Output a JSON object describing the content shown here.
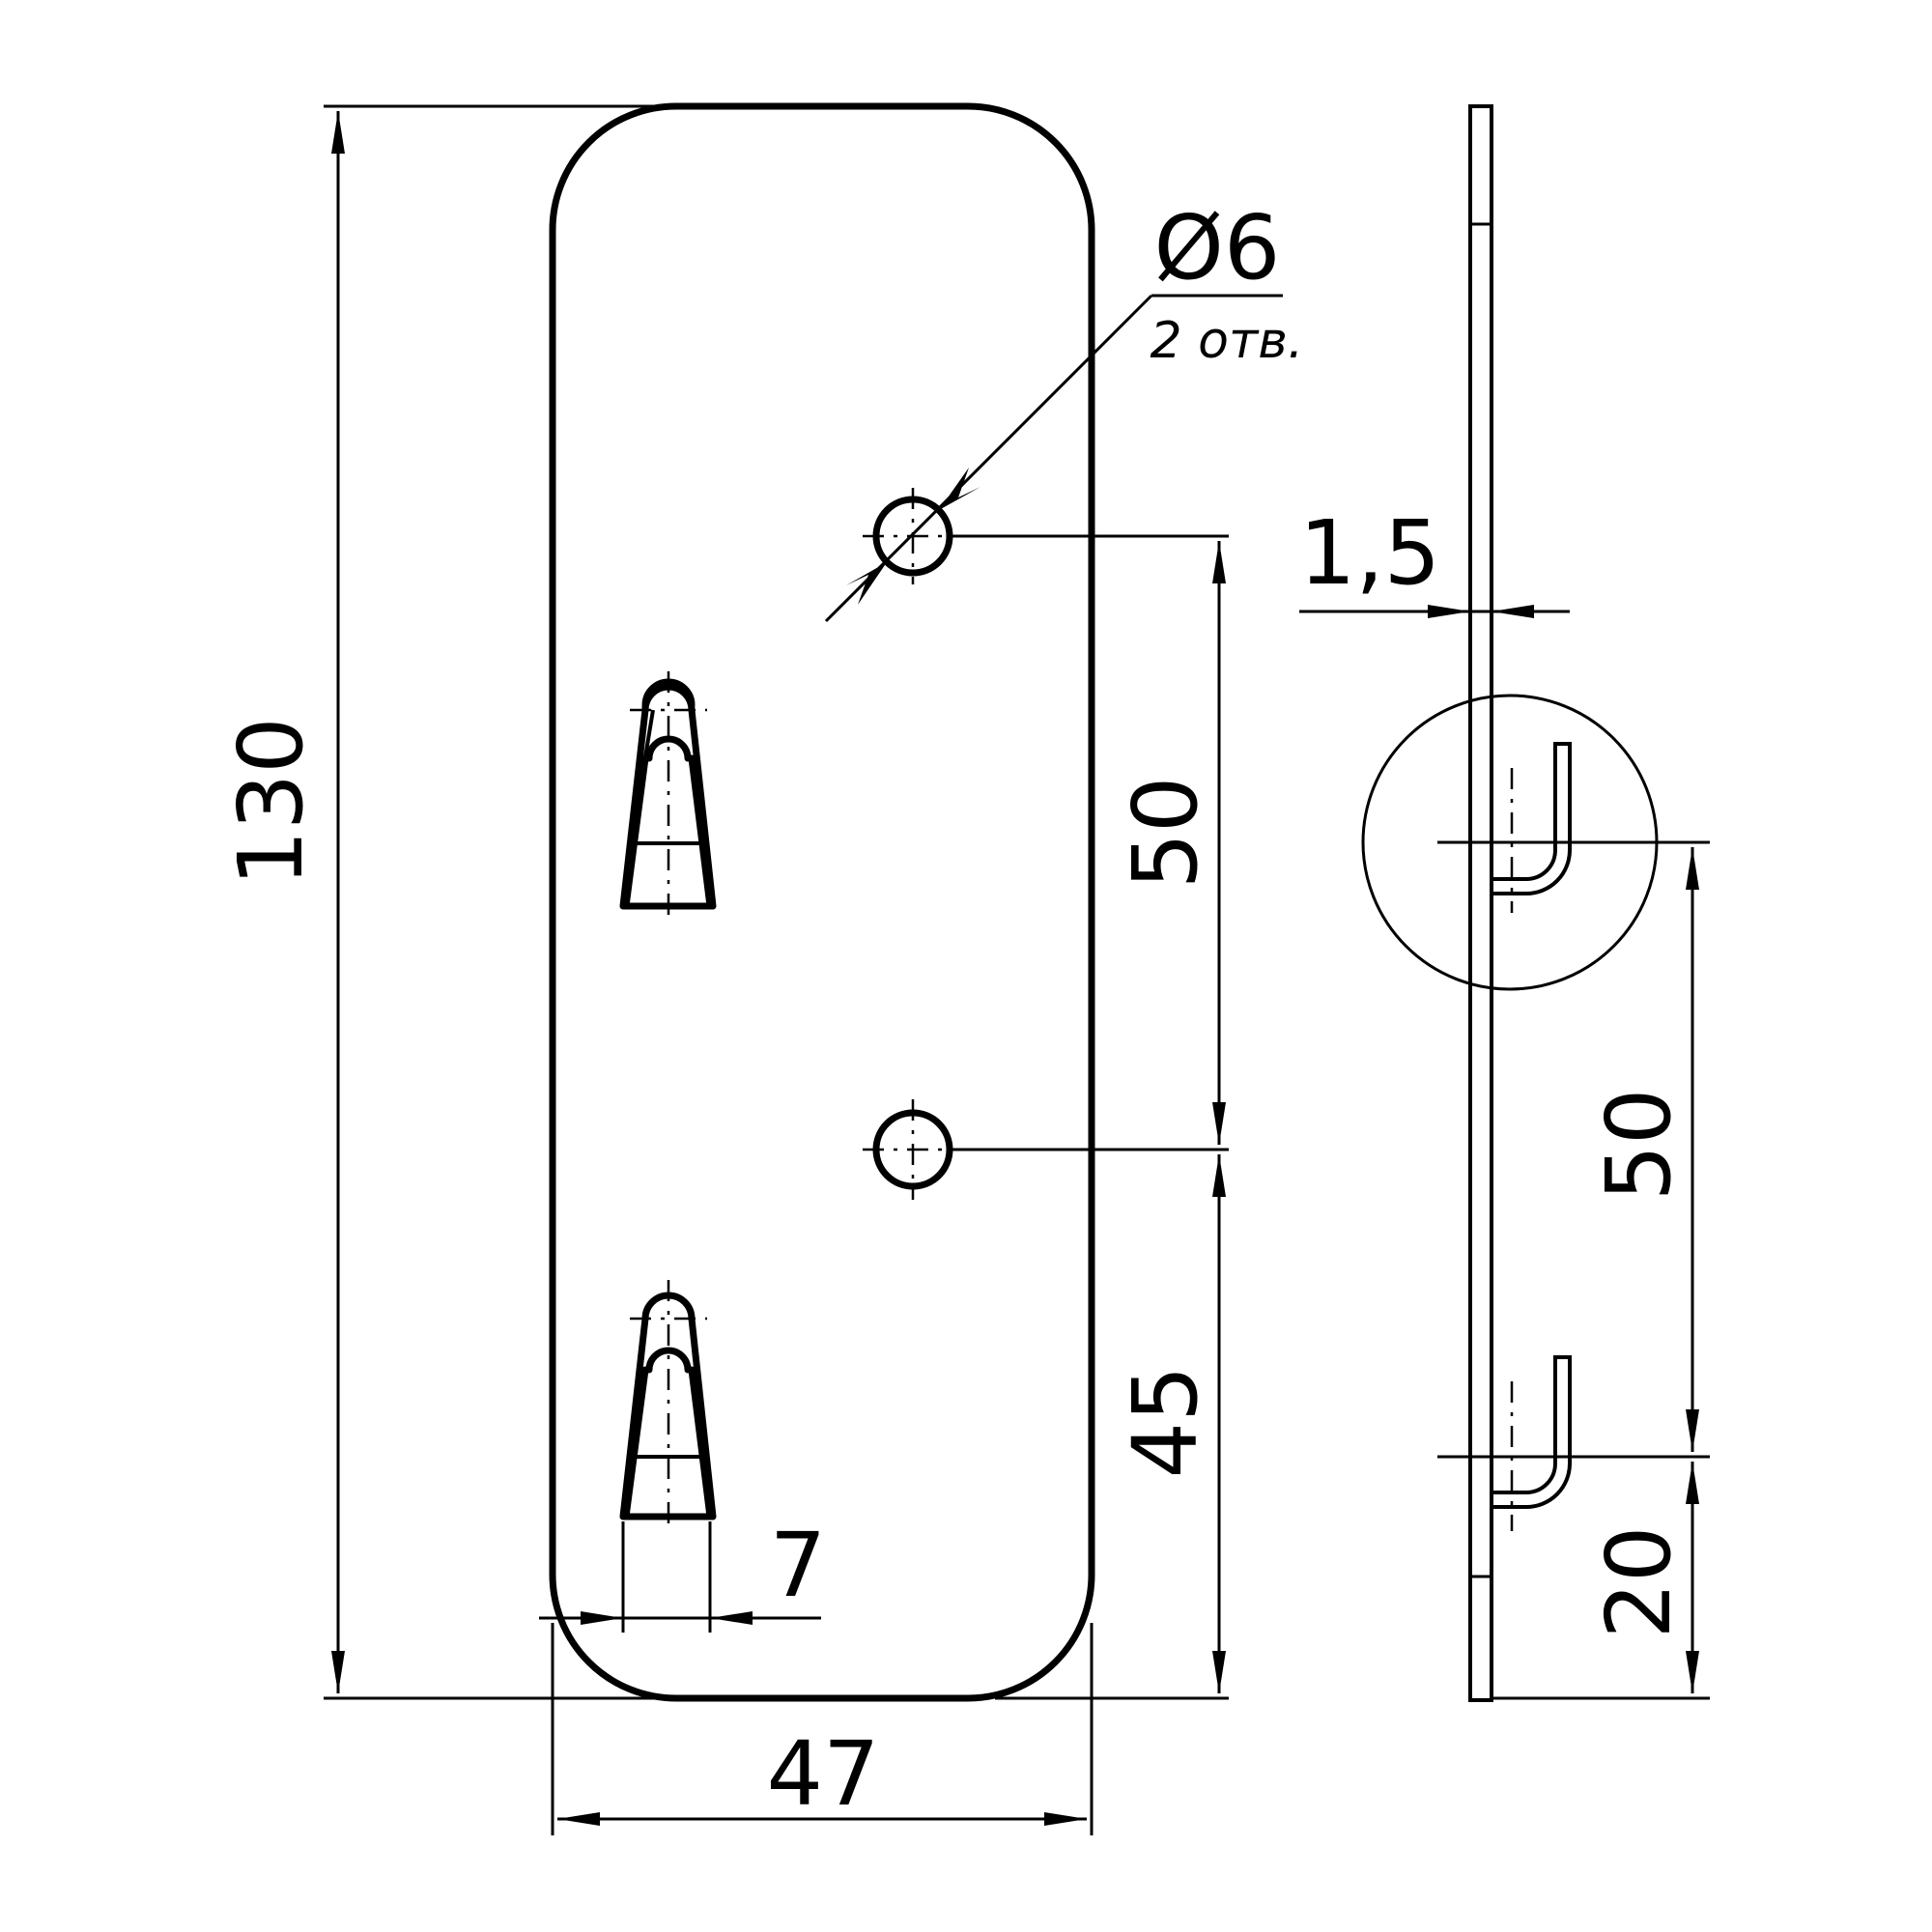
{
  "drawing": {
    "dimensions": {
      "height_total": "130",
      "width_total": "47",
      "hole_spacing": "50",
      "hole_to_bottom": "45",
      "slot_width": "7",
      "thickness": "1,5",
      "hook_spacing": "50",
      "hook_to_bottom": "20"
    },
    "hole_callout": {
      "diameter": "Ø6",
      "count_note": "2 отв."
    }
  }
}
